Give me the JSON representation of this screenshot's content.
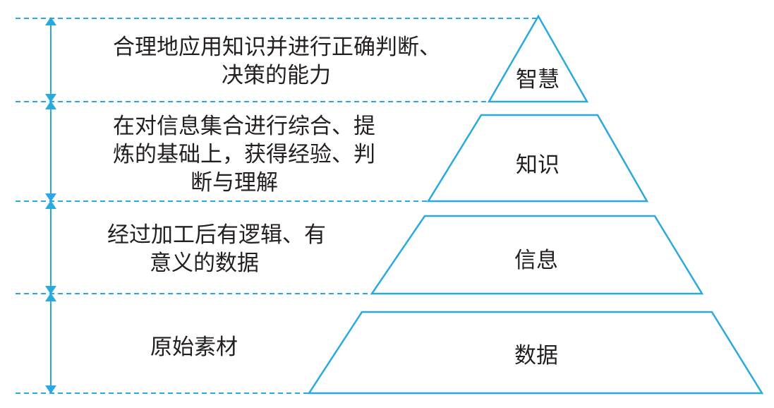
{
  "colors": {
    "line": "#29a9df",
    "text": "#231f20"
  },
  "tiers": [
    {
      "label": "智慧",
      "description": [
        "合理地应用知识并进行正确判断、",
        "决策的能力"
      ]
    },
    {
      "label": "知识",
      "description": [
        "在对信息集合进行综合、提",
        "炼的基础上，获得经验、判",
        "断与理解"
      ]
    },
    {
      "label": "信息",
      "description": [
        "经过加工后有逻辑、有",
        "意义的数据"
      ]
    },
    {
      "label": "数据",
      "description": [
        "原始素材"
      ]
    }
  ]
}
